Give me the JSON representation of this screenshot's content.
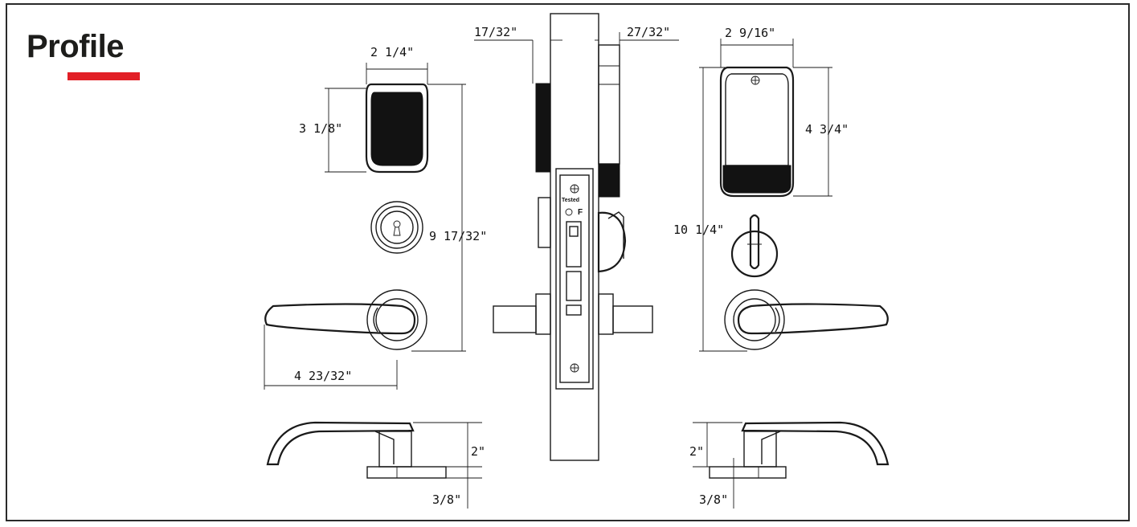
{
  "title": "Profile",
  "accent_color": "#e21f26",
  "dimensions": {
    "front_width": "2 1/4\"",
    "front_height": "3 1/8\"",
    "overall_height_left": "9 17/32\"",
    "lever_length": "4 23/32\"",
    "edge_left": "17/32\"",
    "edge_right": "27/32\"",
    "back_width": "2 9/16\"",
    "back_height": "4 3/4\"",
    "overall_height_right": "10 1/4\"",
    "lever_height_left": "2\"",
    "rose_thickness_left": "3/8\"",
    "lever_height_right": "2\"",
    "rose_thickness_right": "3/8\""
  },
  "mortise_label": "Tested",
  "mortise_mark": "F"
}
